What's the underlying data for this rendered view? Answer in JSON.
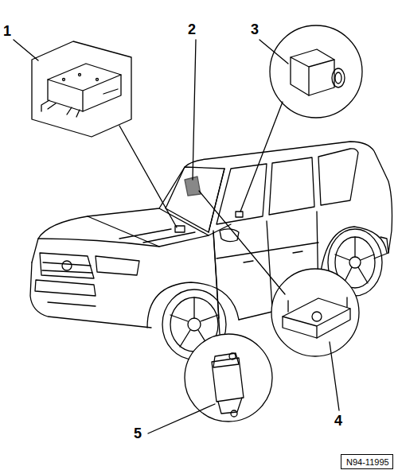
{
  "diagram": {
    "nodes": [
      {
        "text": [
          "N94-11995"
        ]
      }
    ],
    "labels": [
      "1",
      "2",
      "3",
      "4",
      "5"
    ]
  }
}
